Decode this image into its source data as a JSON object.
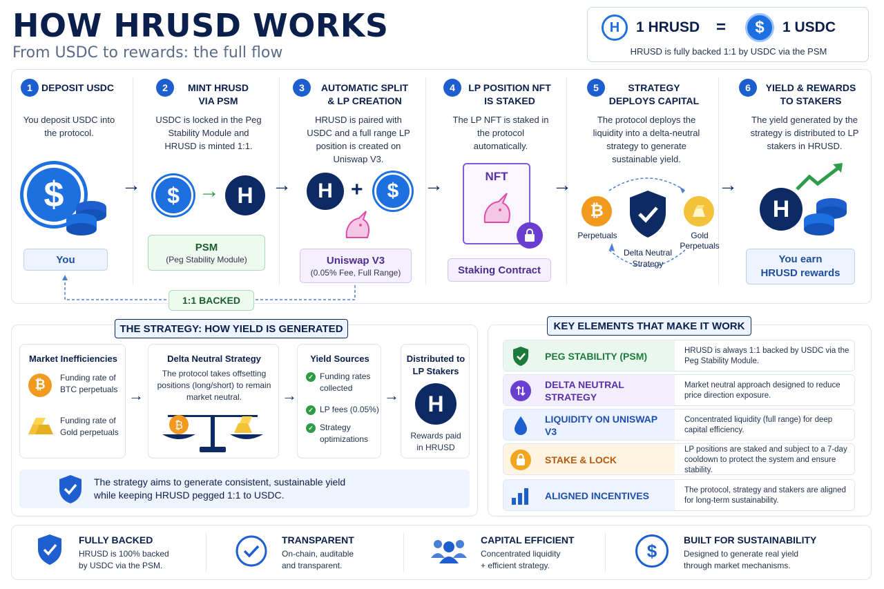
{
  "header": {
    "title": "HOW HRUSD WORKS",
    "subtitle": "From USDC to rewards: the full flow"
  },
  "peg": {
    "left": "1 HRUSD",
    "equals": "=",
    "right": "1 USDC",
    "note": "HRUSD is fully backed 1:1 by USDC via the PSM"
  },
  "steps": [
    {
      "num": "1",
      "title": "DEPOSIT USDC",
      "desc": "You deposit USDC into the protocol.",
      "pill": "You"
    },
    {
      "num": "2",
      "title_l1": "MINT HRUSD",
      "title_l2": "VIA PSM",
      "desc": "USDC is locked in the Peg Stability Module and HRUSD is minted 1:1.",
      "pill": "PSM",
      "pill_sub": "(Peg Stability Module)"
    },
    {
      "num": "3",
      "title_l1": "AUTOMATIC SPLIT",
      "title_l2": "& LP CREATION",
      "desc": "HRUSD is paired with USDC and a full range LP position is created on Uniswap V3.",
      "pill": "Uniswap V3",
      "pill_sub": "(0.05% Fee, Full Range)"
    },
    {
      "num": "4",
      "title_l1": "LP POSITION NFT",
      "title_l2": "IS STAKED",
      "desc": "The LP NFT is staked in the protocol automatically.",
      "nft": "NFT",
      "pill": "Staking Contract"
    },
    {
      "num": "5",
      "title_l1": "STRATEGY",
      "title_l2": "DEPLOYS CAPITAL",
      "desc": "The protocol deploys the liquidity into a delta-neutral strategy to generate sustainable yield.",
      "perp": "Perpetuals",
      "gold_l1": "Gold",
      "gold_l2": "Perpetuals",
      "center_l1": "Delta Neutral",
      "center_l2": "Strategy"
    },
    {
      "num": "6",
      "title_l1": "YIELD & REWARDS",
      "title_l2": "TO STAKERS",
      "desc": "The yield generated by the strategy is distributed to LP stakers in HRUSD.",
      "pill_l1": "You earn",
      "pill_l2": "HRUSD rewards"
    }
  ],
  "backed_label": "1:1  BACKED",
  "strategy": {
    "heading": "THE STRATEGY: HOW YIELD IS GENERATED",
    "market_title": "Market Inefficiencies",
    "market_1": "Funding rate of BTC perpetuals",
    "market_2": "Funding rate of Gold perpetuals",
    "delta_title": "Delta Neutral Strategy",
    "delta_desc": "The protocol takes offsetting positions (long/short) to remain market neutral.",
    "yield_title": "Yield Sources",
    "yield_items": [
      "Funding rates collected",
      "LP fees (0.05%)",
      "Strategy optimizations"
    ],
    "dist_title_l1": "Distributed to",
    "dist_title_l2": "LP Stakers",
    "dist_note_l1": "Rewards paid",
    "dist_note_l2": "in HRUSD",
    "banner_l1": "The strategy aims to generate consistent, sustainable yield",
    "banner_l2": "while keeping HRUSD pegged 1:1 to USDC."
  },
  "key": {
    "heading": "KEY ELEMENTS THAT MAKE IT WORK",
    "rows": [
      {
        "label": "PEG STABILITY (PSM)",
        "desc": "HRUSD is always 1:1 backed by USDC via the Peg Stability Module.",
        "color": "#1c7a3a",
        "bg": "#eaf7ee"
      },
      {
        "label": "DELTA NEUTRAL STRATEGY",
        "desc": "Market neutral approach designed to reduce price direction exposure.",
        "color": "#5a2ea6",
        "bg": "#f3eefe"
      },
      {
        "label": "LIQUIDITY ON UNISWAP V3",
        "desc": "Concentrated liquidity (full range) for deep capital efficiency.",
        "color": "#1d4fb0",
        "bg": "#ecf2ff"
      },
      {
        "label": "STAKE & LOCK",
        "desc": "LP positions are staked and subject to a 7-day cooldown to protect the system and ensure stability.",
        "color": "#b4590b",
        "bg": "#fff3e2"
      },
      {
        "label": "ALIGNED INCENTIVES",
        "desc": "The protocol, strategy and stakers are aligned for long-term sustainability.",
        "color": "#1d4fb0",
        "bg": "#eef3ff"
      }
    ]
  },
  "footer": [
    {
      "title": "FULLY BACKED",
      "l1": "HRUSD is 100% backed",
      "l2": "by USDC via the PSM."
    },
    {
      "title": "TRANSPARENT",
      "l1": "On-chain, auditable",
      "l2": "and transparent."
    },
    {
      "title": "CAPITAL EFFICIENT",
      "l1": "Concentrated liquidity",
      "l2": "+ efficient strategy."
    },
    {
      "title": "BUILT FOR SUSTAINABILITY",
      "l1": "Designed to generate real yield",
      "l2": "through market mechanisms."
    }
  ],
  "glyphs": {
    "h": "H",
    "usd": "$",
    "btc": "₿",
    "plus": "+",
    "arrow": "→",
    "check": "✓",
    "lock": "🔒"
  }
}
